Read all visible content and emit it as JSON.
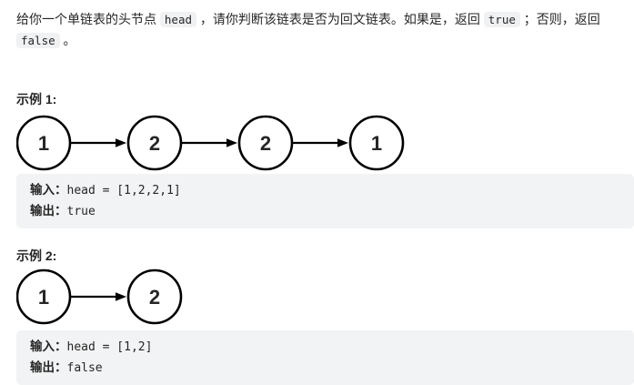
{
  "statement": {
    "segments": [
      {
        "type": "text",
        "text": "给你一个单链表的头节点 "
      },
      {
        "type": "code",
        "text": "head"
      },
      {
        "type": "text",
        "text": " ，请你判断该链表是否为回文链表。如果是，返回 "
      },
      {
        "type": "code",
        "text": "true"
      },
      {
        "type": "text",
        "text": " ；否则，返回 "
      },
      {
        "type": "code",
        "text": "false"
      },
      {
        "type": "text",
        "text": " 。"
      }
    ]
  },
  "examples": [
    {
      "label": "示例 1:",
      "diagram": {
        "nodes": [
          "1",
          "2",
          "2",
          "1"
        ]
      },
      "io": {
        "input_label": "输入：",
        "input_value": "head = [1,2,2,1]",
        "output_label": "输出：",
        "output_value": "true"
      }
    },
    {
      "label": "示例 2:",
      "diagram": {
        "nodes": [
          "1",
          "2"
        ]
      },
      "io": {
        "input_label": "输入：",
        "input_value": "head = [1,2]",
        "output_label": "输出：",
        "output_value": "false"
      }
    }
  ],
  "colors": {
    "text": "#262626",
    "inline_code_bg": "#f0f1f3",
    "code_block_bg": "#f2f3f4",
    "node_stroke": "#000000"
  }
}
